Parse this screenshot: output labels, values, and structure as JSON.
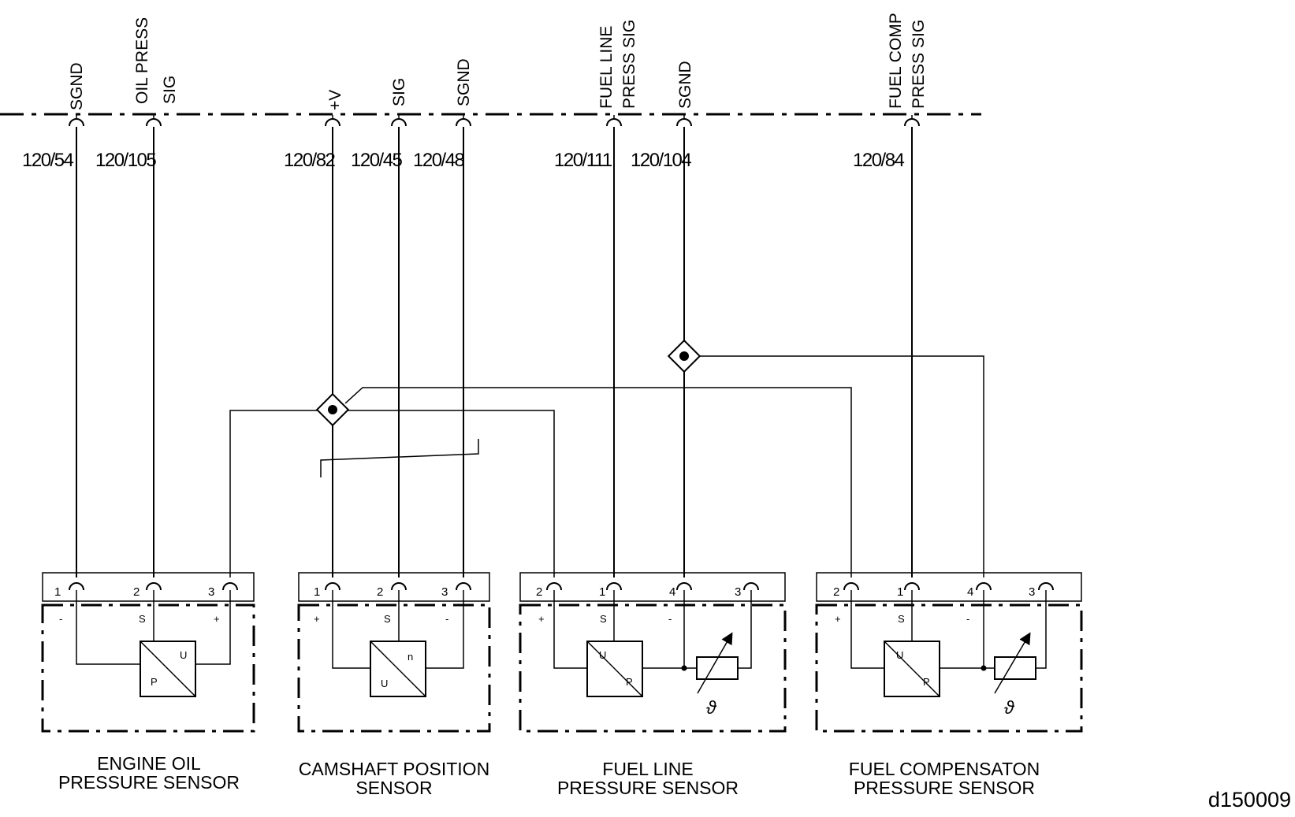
{
  "signals": [
    "SGND",
    "OIL PRESS",
    "SIG",
    "+V",
    "SIG",
    "SGND",
    "FUEL LINE",
    "PRESS SIG",
    "SGND",
    "FUEL COMP",
    "PRESS SIG"
  ],
  "wires": [
    "120/54",
    "120/105",
    "120/82",
    "120/45",
    "120/48",
    "120/111",
    "120/104",
    "120/84"
  ],
  "sensors": [
    {
      "label_lines": [
        "ENGINE OIL",
        "PRESSURE SENSOR"
      ],
      "pins": [
        "1",
        "2",
        "3"
      ],
      "polarity": [
        "-",
        "S",
        "+"
      ],
      "converter": [
        "U",
        "P"
      ]
    },
    {
      "label_lines": [
        "CAMSHAFT POSITION",
        "SENSOR"
      ],
      "pins": [
        "1",
        "2",
        "3"
      ],
      "polarity": [
        "+",
        "S",
        "-"
      ],
      "converter": [
        "n",
        "U"
      ]
    },
    {
      "label_lines": [
        "FUEL LINE",
        "PRESSURE SENSOR"
      ],
      "pins": [
        "2",
        "1",
        "4",
        "3"
      ],
      "polarity": [
        "+",
        "S",
        "-"
      ],
      "converter": [
        "U",
        "P"
      ],
      "thermistor_symbol": "ϑ"
    },
    {
      "label_lines": [
        "FUEL COMPENSATON",
        "PRESSURE SENSOR"
      ],
      "pins": [
        "2",
        "1",
        "4",
        "3"
      ],
      "polarity": [
        "+",
        "S",
        "-"
      ],
      "converter": [
        "U",
        "P"
      ],
      "thermistor_symbol": "ϑ"
    }
  ],
  "figure_id": "d150009"
}
